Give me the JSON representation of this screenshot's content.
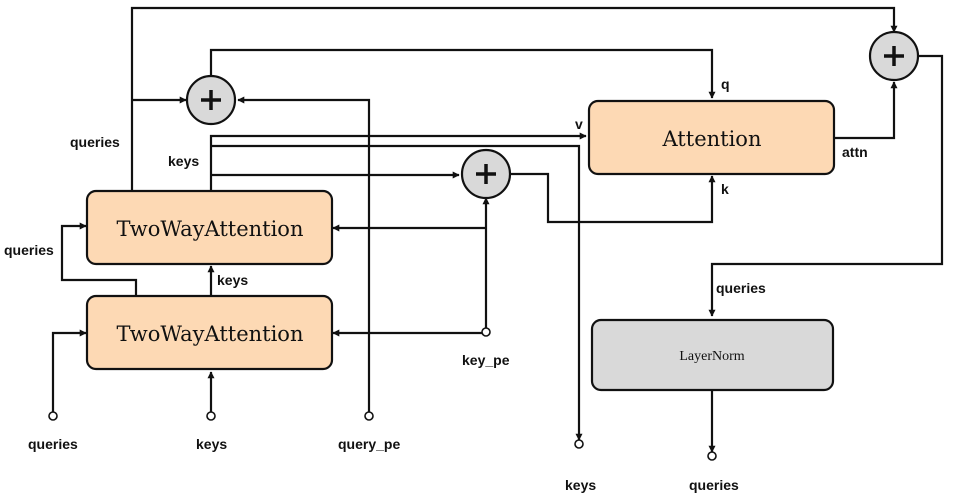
{
  "colors": {
    "attention_fill": "#fdd9b4",
    "layernorm_fill": "#d9d9d9",
    "plus_fill": "#d9d9d9",
    "stroke": "#111111"
  },
  "blocks": {
    "twowayattention_top": "TwoWayAttention",
    "twowayattention_bottom": "TwoWayAttention",
    "attention": "Attention",
    "layernorm": "LayerNorm"
  },
  "labels": {
    "queries_top_left": "queries",
    "keys_upper": "keys",
    "queries_side": "queries",
    "keys_between": "keys",
    "q": "q",
    "v": "v",
    "k": "k",
    "attn": "attn",
    "queries_pre_norm": "queries",
    "key_pe": "key_pe",
    "queries_input": "queries",
    "keys_input": "keys",
    "query_pe": "query_pe",
    "keys_output": "keys",
    "queries_output": "queries"
  },
  "icons": {
    "plus_1": "plus-icon",
    "plus_2": "plus-icon",
    "plus_3": "plus-icon"
  }
}
